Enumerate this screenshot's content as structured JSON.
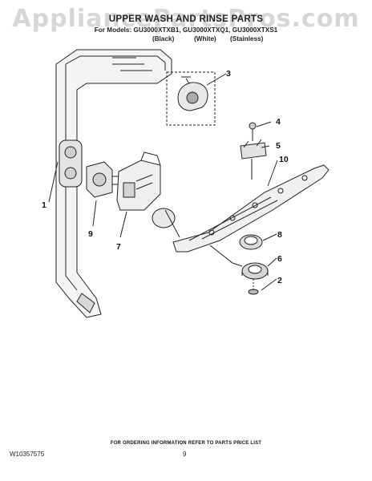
{
  "watermark": "AppliancePartsPros.com",
  "title": "UPPER WASH AND RINSE PARTS",
  "models_line": "For Models: GU3000XTXB1, GU3000XTXQ1, GU3000XTXS1",
  "colors": [
    "(Black)",
    "(White)",
    "(Stainless)"
  ],
  "callouts": [
    "1",
    "2",
    "3",
    "4",
    "5",
    "6",
    "7",
    "8",
    "9",
    "10"
  ],
  "footer": {
    "note": "FOR ORDERING INFORMATION REFER TO PARTS PRICE LIST",
    "doc_number": "W10357575",
    "page_number": "9"
  }
}
